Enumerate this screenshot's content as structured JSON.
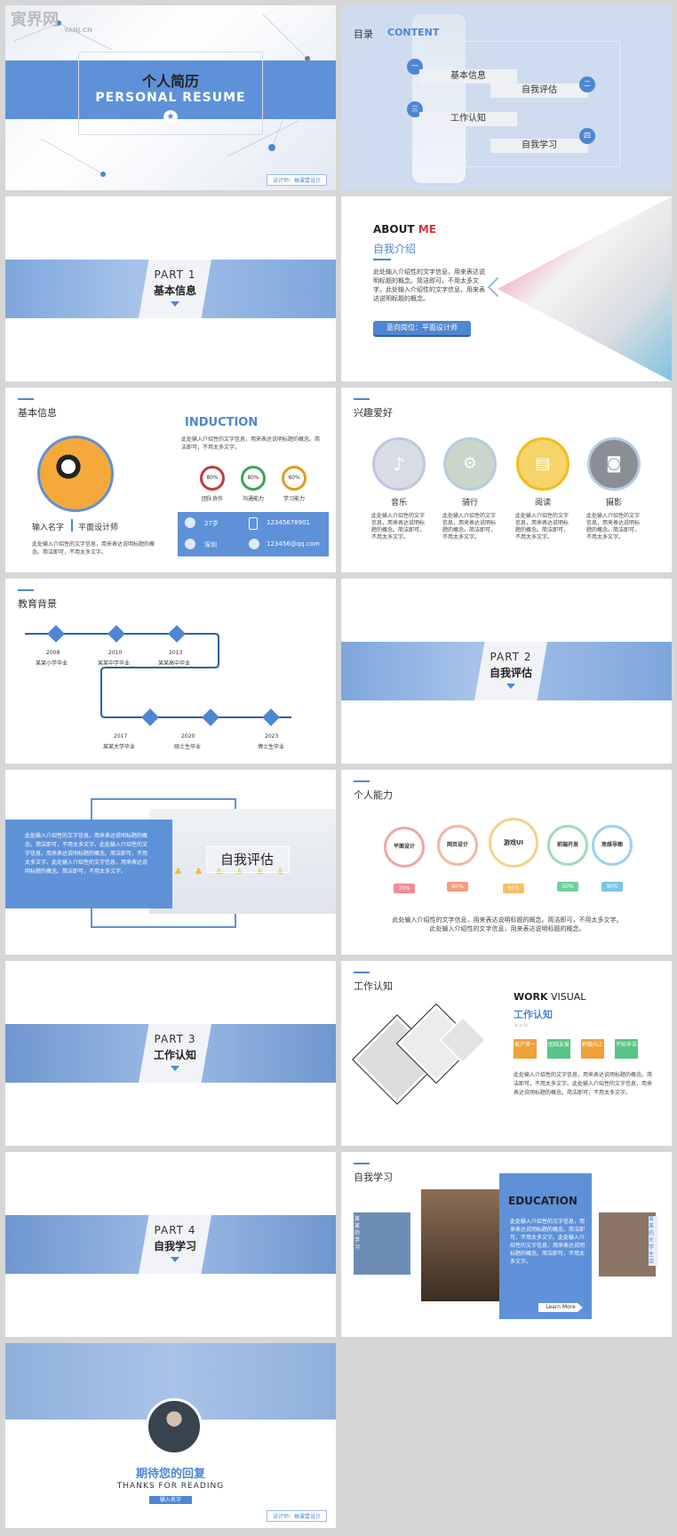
{
  "watermark": {
    "name": "寅界网",
    "url": "YANJ.CN"
  },
  "s1": {
    "title_cn": "个人简历",
    "title_en": "PERSONAL RESUME",
    "designer": "设计师：稿课壹设计"
  },
  "s2": {
    "label": "目录",
    "label_en": "CONTENT",
    "items": [
      {
        "num": "一",
        "text": "基本信息"
      },
      {
        "num": "二",
        "text": "自我评估"
      },
      {
        "num": "三",
        "text": "工作认知"
      },
      {
        "num": "四",
        "text": "自我学习"
      }
    ]
  },
  "s3": {
    "part": "PART 1",
    "title": "基本信息"
  },
  "s4": {
    "about": "ABOUT",
    "me": "ME",
    "subtitle": "自我介绍",
    "text": "此处输入介绍性的文字信息，用来表达说明标题的概念。简洁即可，不用太多文字。此处输入介绍性的文字信息，用来表达说明标题的概念。",
    "badge": "意向岗位：平面设计师"
  },
  "s5": {
    "title": "基本信息",
    "induction": "INDUCTION",
    "intro": "此处输入介绍性的文字信息，用来表达说明标题的概念。简洁即可，不用太多文字。",
    "name": "输入名字",
    "job": "平面设计师",
    "desc": "此处输入介绍性的文字信息，用来表达说明标题的概念。简洁即可，不用太多文字。",
    "skills": [
      {
        "pct": "80%",
        "label": "团队协作",
        "color": "#c23b3b"
      },
      {
        "pct": "80%",
        "label": "沟通能力",
        "color": "#3aa35a"
      },
      {
        "pct": "60%",
        "label": "学习能力",
        "color": "#e39b1e"
      }
    ],
    "info": {
      "age": "27岁",
      "phone": "12345678901",
      "city": "深圳",
      "email": "123456@qq.com"
    }
  },
  "s6": {
    "title": "兴趣爱好",
    "text": "此处输入介绍性的文字信息，用来表达说明标题的概念。简洁即可，不用太多文字。",
    "hobbies": [
      {
        "name": "音乐",
        "ring": "#b9c9e0"
      },
      {
        "name": "骑行",
        "ring": "#b9c9e0"
      },
      {
        "name": "阅读",
        "ring": "#f2bd1e"
      },
      {
        "name": "摄影",
        "ring": "#b9c9e0"
      }
    ]
  },
  "s7": {
    "title": "教育背景",
    "items": [
      {
        "year": "2008",
        "text": "某某小学毕业"
      },
      {
        "year": "2010",
        "text": "某某中学毕业"
      },
      {
        "year": "2013",
        "text": "某某高中毕业"
      },
      {
        "year": "2017",
        "text": "某某大学毕业"
      },
      {
        "year": "2020",
        "text": "硕士生毕业"
      },
      {
        "year": "2023",
        "text": "博士生毕业"
      }
    ]
  },
  "s8": {
    "part": "PART 2",
    "title": "自我评估"
  },
  "s9": {
    "text": "此处输入介绍性的文字信息，用来表达说明标题的概念。简洁即可，不用太多文字。此处输入介绍性的文字信息，用来表达说明标题的概念。简洁即可，不用太多文字。此处输入介绍性的文字信息，用来表达说明标题的概念。简洁即可，不用太多文字。",
    "title": "自我评估"
  },
  "s10": {
    "title": "个人能力",
    "skills": [
      {
        "name": "平面设计",
        "pct": "70%",
        "ring": "#f0a7a7",
        "tag": "#f28b98"
      },
      {
        "name": "网页设计",
        "pct": "60%",
        "ring": "#f2b7a2",
        "tag": "#f59c82"
      },
      {
        "name": "游戏UI",
        "pct": "65%",
        "ring": "#f5d28a",
        "tag": "#f7c068"
      },
      {
        "name": "前端开发",
        "pct": "50%",
        "ring": "#9fdcb7",
        "tag": "#6fd09a"
      },
      {
        "name": "思维导图",
        "pct": "90%",
        "ring": "#9fd0ee",
        "tag": "#7cc3ea"
      }
    ],
    "text": "此处输入介绍性的文字信息，用来表达说明标题的概念。简洁即可，不用太多文字。此处输入介绍性的文字信息，用来表达说明标题的概念。"
  },
  "s11": {
    "part": "PART 3",
    "title": "工作认知"
  },
  "s12": {
    "title": "工作认知",
    "work": "WORK",
    "visual": "VISUAL",
    "subtitle": "工作认知",
    "tags": [
      {
        "text": "客户第一",
        "color": "#f0a13a"
      },
      {
        "text": "团结友爱",
        "color": "#58c486"
      },
      {
        "text": "积极向上",
        "color": "#f0a13a"
      },
      {
        "text": "不知辛苦",
        "color": "#58c486"
      }
    ],
    "text": "此处输入介绍性的文字信息，用来表达说明标题的概念。简洁即可，不用太多文字。此处输入介绍性的文字信息，用来表达说明标题的概念。简洁即可，不用太多文字。"
  },
  "s13": {
    "part": "PART 4",
    "title": "自我学习"
  },
  "s14": {
    "title": "自我学习",
    "edu": "EDUCATION",
    "left_label": "某某的学习",
    "right_label": "某某的大学生活",
    "text": "此处输入介绍性的文字信息，用来表达说明标题的概念。简洁即可，不用太多文字。此处输入介绍性的文字信息，用来表达说明标题的概念。简洁即可，不用太多文字。",
    "btn": "Learn More"
  },
  "s15": {
    "title": "期待您的回复",
    "sub": "THANKS FOR READING",
    "name": "输入名字",
    "designer": "设计师：稿课壹设计"
  }
}
